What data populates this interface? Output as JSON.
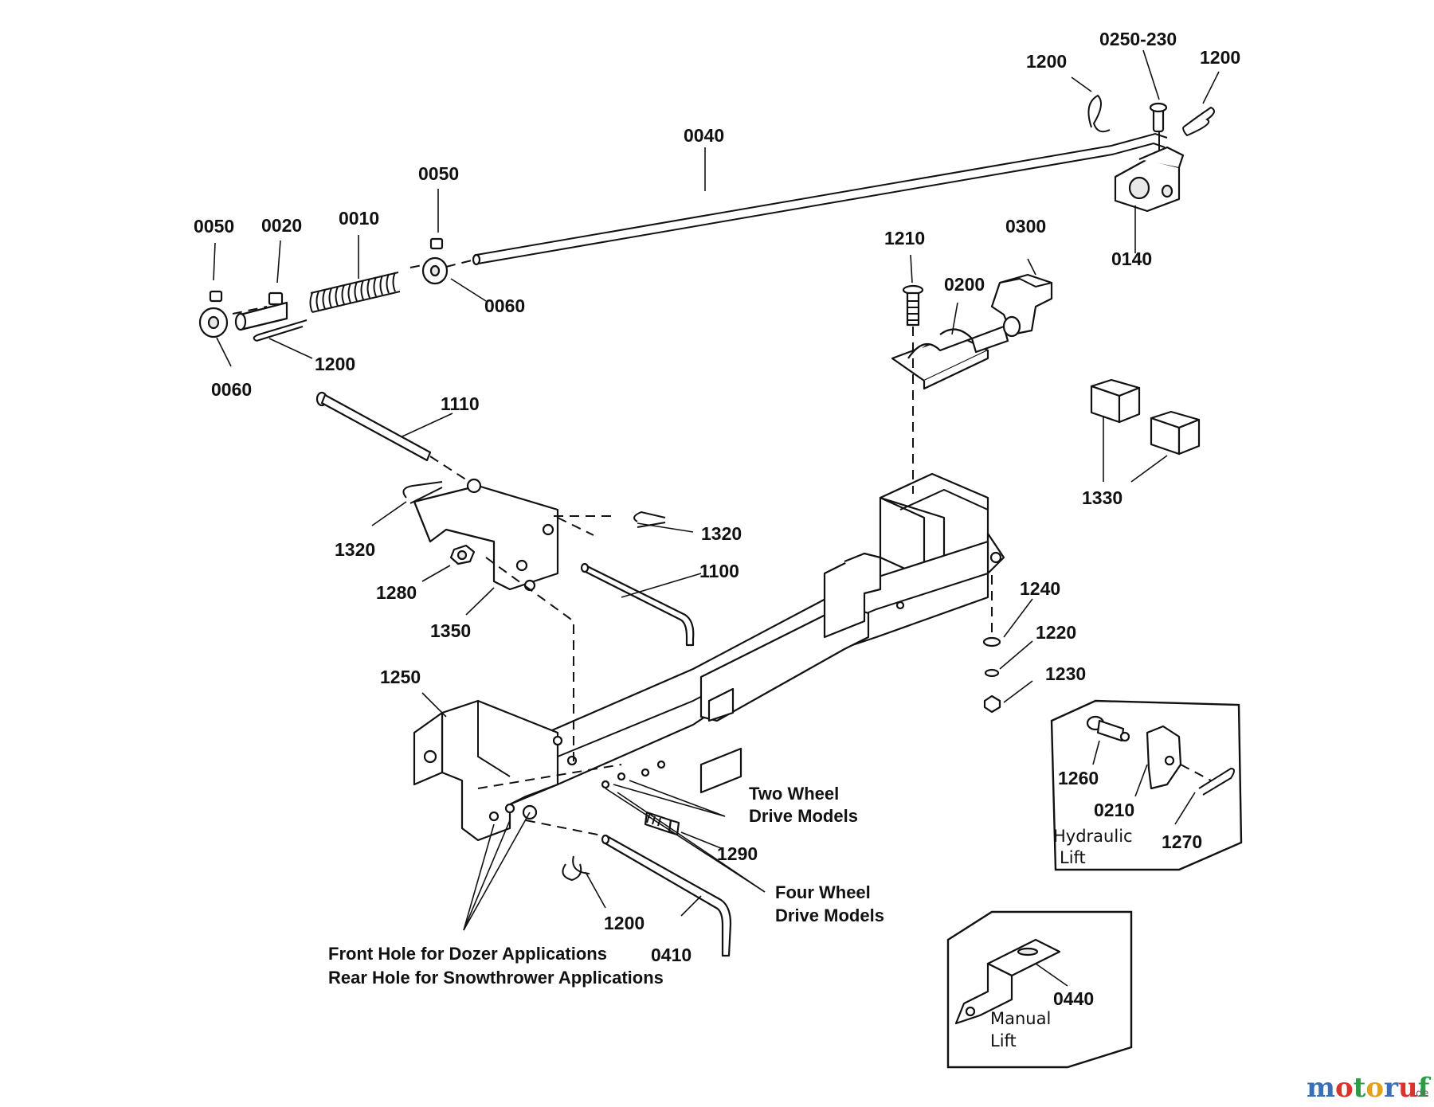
{
  "part_labels": {
    "p0050a": "0050",
    "p0020": "0020",
    "p0010": "0010",
    "p0050b": "0050",
    "p0040": "0040",
    "p1200a": "1200",
    "p0250": "0250-230",
    "p1200b": "1200",
    "p0140": "0140",
    "p1210": "1210",
    "p0300": "0300",
    "p0200": "0200",
    "p0060b": "0060",
    "p0060a": "0060",
    "p1200c": "1200",
    "p1110": "1110",
    "p1330": "1330",
    "p1320b": "1320",
    "p1320a": "1320",
    "p1100": "1100",
    "p1280": "1280",
    "p1350": "1350",
    "p1240": "1240",
    "p1220": "1220",
    "p1230": "1230",
    "p1250": "1250",
    "p1260": "1260",
    "p0210": "0210",
    "p1270": "1270",
    "p1290": "1290",
    "p1200d": "1200",
    "p0410": "0410",
    "p0440": "0440"
  },
  "notes": {
    "two_wheel_1": "Two Wheel",
    "two_wheel_2": "Drive Models",
    "four_wheel_1": "Four Wheel",
    "four_wheel_2": "Drive Models",
    "front_hole": "Front Hole for Dozer Applications",
    "rear_hole": "Rear Hole for Snowthrower Applications"
  },
  "insets": {
    "hydraulic_1": "Hydraulic",
    "hydraulic_2": "Lift",
    "manual_1": "Manual",
    "manual_2": "Lift"
  },
  "watermark": {
    "brand_letters": [
      "m",
      "o",
      "t",
      "o",
      "r",
      "u",
      "f"
    ],
    "brand_colors": [
      "#3a6fb5",
      "#d9342b",
      "#2e9b46",
      "#e0a21a",
      "#3a6fb5",
      "#d9342b",
      "#2e9b46"
    ],
    "suffix": ".de"
  }
}
